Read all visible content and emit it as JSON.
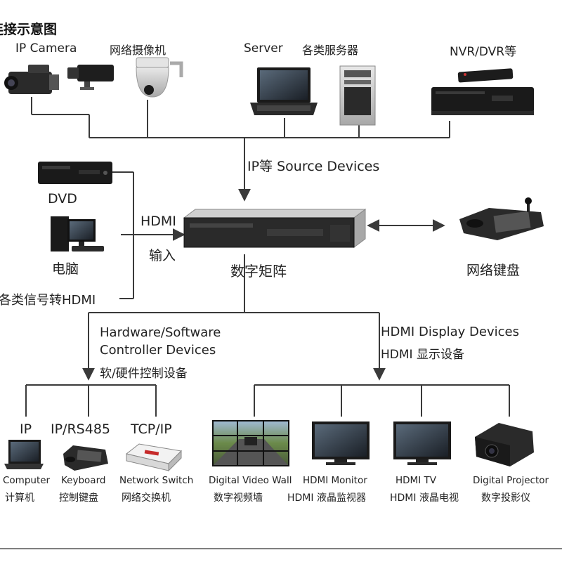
{
  "title": "连接示意图",
  "sources": {
    "ip_camera": "IP Camera",
    "network_camera": "网络摄像机",
    "server": "Server",
    "servers_cn": "各类服务器",
    "nvr_dvr": "NVR/DVR等"
  },
  "source_bus_label": "IP等 Source Devices",
  "inputs": {
    "dvd": "DVD",
    "pc": "电脑",
    "converter": "各类信号转HDMI",
    "hdmi": "HDMI",
    "input_cn": "输入"
  },
  "matrix_label": "数字矩阵",
  "keyboard_label": "网络键盘",
  "controller_branch": {
    "line1": "Hardware/Software",
    "line2": "Controller Devices",
    "line3": "软/硬件控制设备"
  },
  "display_branch": {
    "line1": "HDMI Display Devices",
    "line2": "HDMI 显示设备"
  },
  "controllers": [
    {
      "protocol": "IP",
      "en": "Computer",
      "cn": "计算机"
    },
    {
      "protocol": "IP/RS485",
      "en": "Keyboard",
      "cn": "控制键盘"
    },
    {
      "protocol": "TCP/IP",
      "en": "Network Switch",
      "cn": "网络交换机"
    }
  ],
  "displays": [
    {
      "en": "Digital Video Wall",
      "cn": "数字视频墙"
    },
    {
      "en": "HDMI Monitor",
      "cn": "HDMI 液晶监视器"
    },
    {
      "en": "HDMI TV",
      "cn": "HDMI 液晶电视"
    },
    {
      "en": "Digital Projector",
      "cn": "数字投影仪"
    }
  ],
  "colors": {
    "line": "#3a3a3a",
    "device_dark": "#1e1e1e",
    "device_mid": "#6b6b6b",
    "device_light": "#d6d6d6"
  }
}
